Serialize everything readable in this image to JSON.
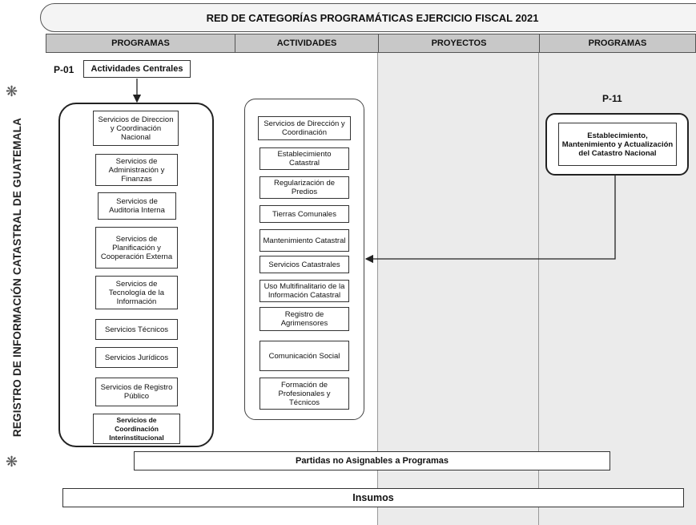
{
  "title": "RED DE CATEGORÍAS PROGRAMÁTICAS EJERCICIO FISCAL 2021",
  "side_title": "REGISTRO DE INFORMACIÓN CATASTRAL DE GUATEMALA",
  "headers": [
    "PROGRAMAS",
    "ACTIVIDADES",
    "PROYECTOS",
    "PROGRAMAS"
  ],
  "p01": {
    "code": "P-01",
    "name": "Actividades Centrales",
    "activities": [
      "Servicios de Direccion y Coordinación Nacional",
      "Servicios de Administración y Finanzas",
      "Servicios de Auditoria Interna",
      "Servicios de Planificación y Cooperación Externa",
      "Servicios de Tecnología de la Información",
      "Servicios Técnicos",
      "Servicios Jurídicos",
      "Servicios de Registro Público",
      "Servicios de Coordinación Interinstitucional"
    ]
  },
  "p11": {
    "code": "P-11",
    "name": "Establecimiento, Mantenimiento y Actualización del Catastro Nacional",
    "activities": [
      "Servicios de Dirección y Coordinación",
      "Establecimiento Catastral",
      "Regularización de Predios",
      "Tierras Comunales",
      "Mantenimiento Catastral",
      "Servicios Catastrales",
      "Uso Multifinalitario de la Información Catastral",
      "Registro de Agrimensores",
      "Comunicación Social",
      "Formación de Profesionales y Técnicos"
    ]
  },
  "partidas": "Partidas no Asignables a Programas",
  "insumos": "Insumos",
  "icons": [
    "emblem-icon",
    "emblem-icon"
  ]
}
